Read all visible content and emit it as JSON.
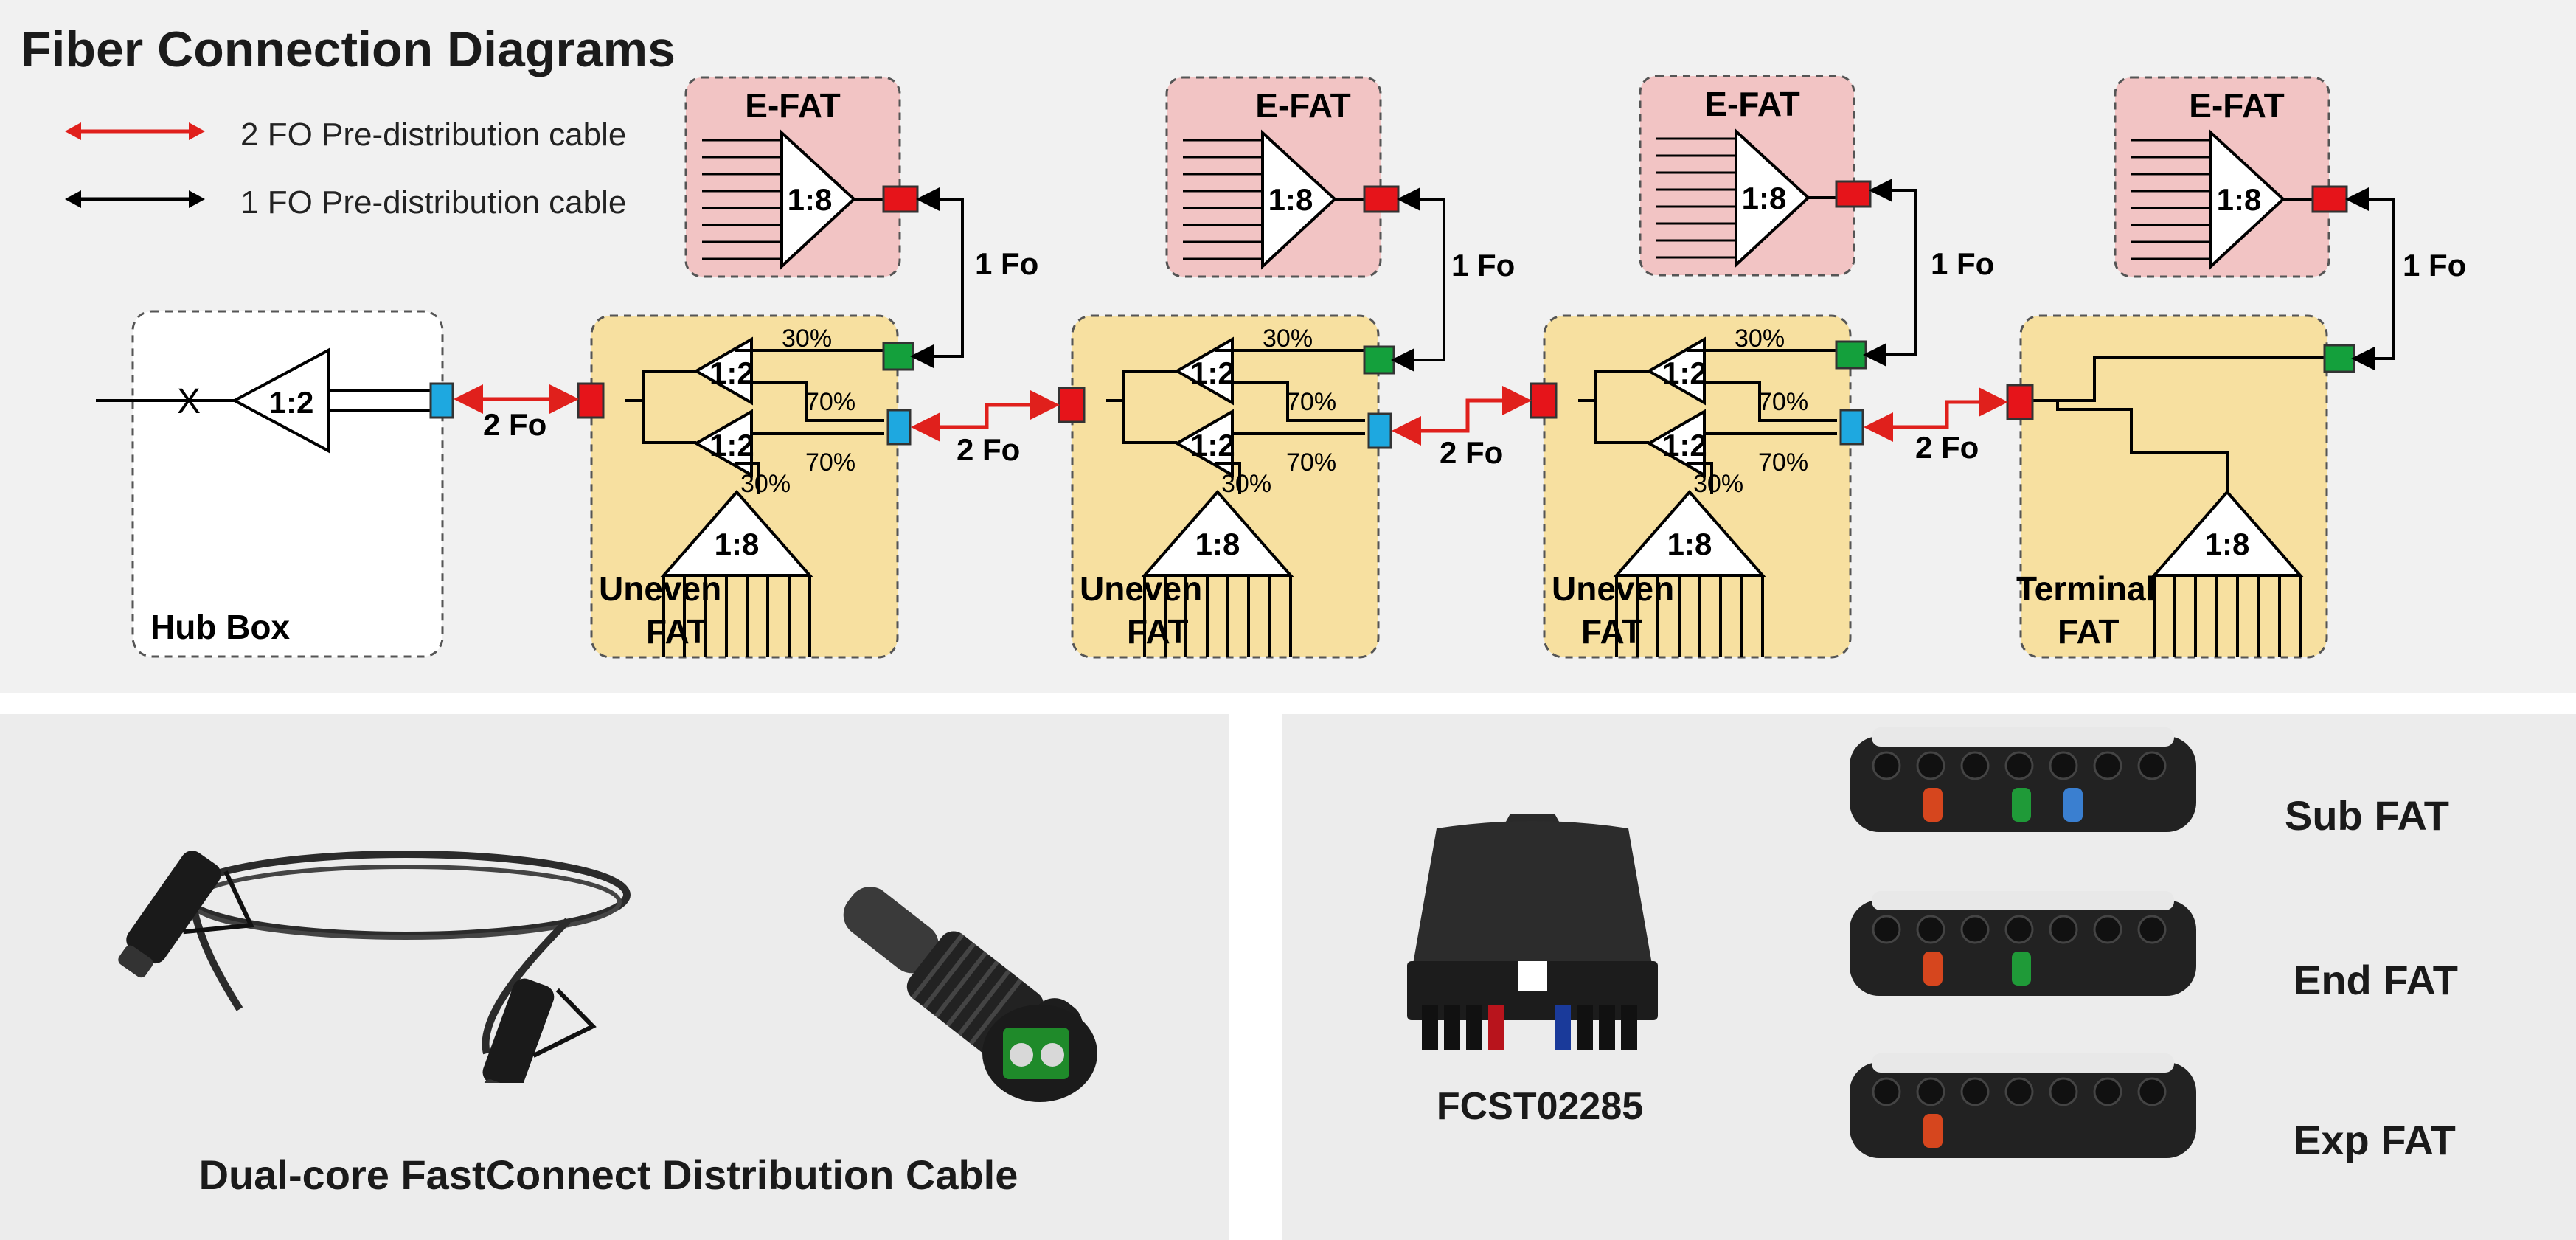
{
  "title": "Fiber Connection Diagrams",
  "legend": [
    {
      "label": "2 FO Pre-distribution cable",
      "color": "#e0201c"
    },
    {
      "label": "1 FO Pre-distribution cable",
      "color": "#000000"
    }
  ],
  "hub_box": {
    "label": "Hub Box",
    "splitter": "1:2",
    "x_mark": "X"
  },
  "labels": {
    "efat_title": "E-FAT",
    "efat_ratio": "1:8",
    "one_fo": "1 Fo",
    "two_fo": "2 Fo",
    "split_12": "1:2",
    "split_18": "1:8",
    "pct_30": "30%",
    "pct_70": "70%"
  },
  "fats": [
    {
      "line1": "Uneven",
      "line2": "FAT"
    },
    {
      "line1": "Uneven",
      "line2": "FAT"
    },
    {
      "line1": "Uneven",
      "line2": "FAT"
    },
    {
      "line1": "Terminal",
      "line2": "FAT"
    }
  ],
  "colors": {
    "red_port": "#e6141a",
    "blue_port": "#1ea8e0",
    "green_port": "#14a03c",
    "efat_bg": "#f2c4c4",
    "fat_bg": "#f7e0a0",
    "cable_red": "#e0201c"
  },
  "products": {
    "cable_caption": "Dual-core FastConnect Distribution Cable",
    "closure_caption": "FCST02285",
    "fat_types": [
      "Sub FAT",
      "End FAT",
      "Exp FAT"
    ]
  }
}
